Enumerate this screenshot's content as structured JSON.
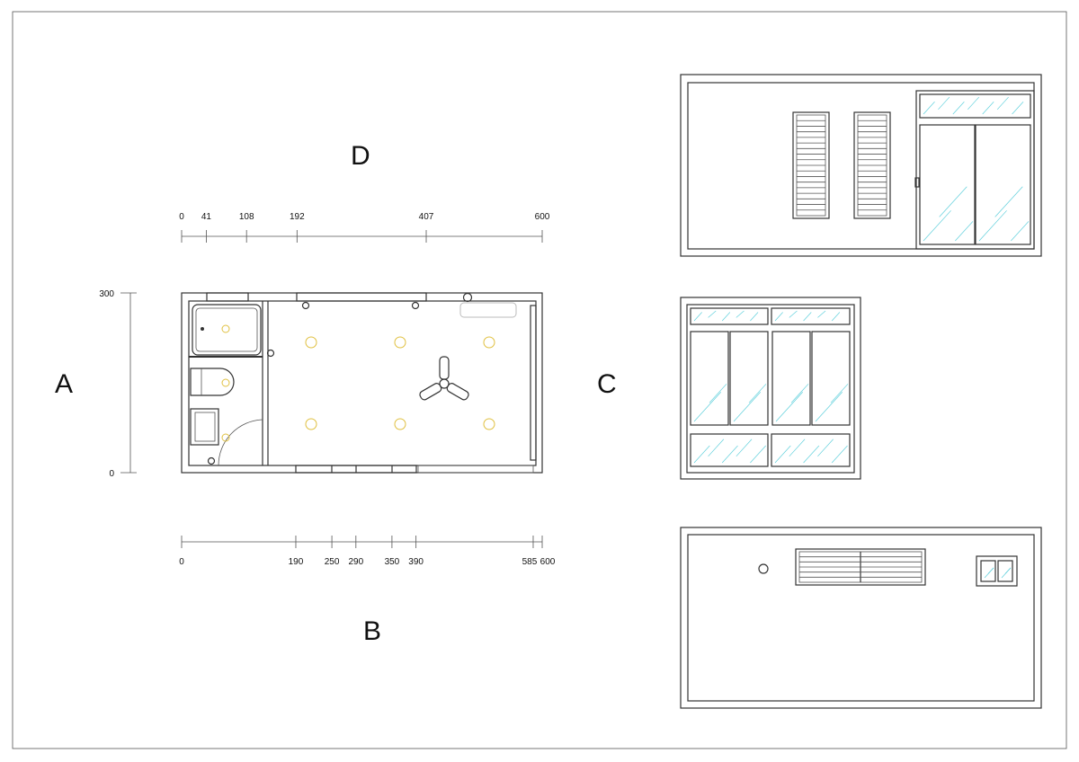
{
  "labels": {
    "top": "D",
    "left": "A",
    "bottom": "B",
    "right": "C"
  },
  "dimensions": {
    "top": [
      "0",
      "41",
      "108",
      "192",
      "407",
      "600"
    ],
    "bottom": [
      "0",
      "190",
      "250",
      "290",
      "350",
      "390",
      "585",
      "600"
    ],
    "vertical": [
      "300",
      "0"
    ]
  },
  "dimension_values": {
    "top": [
      0,
      41,
      108,
      192,
      407,
      600
    ],
    "bottom": [
      0,
      190,
      250,
      290,
      350,
      390,
      585,
      600
    ],
    "vertical": [
      300,
      0
    ]
  },
  "colors": {
    "lines": "#333333",
    "lights": "#e0c040",
    "glass": "#5fd0dc"
  }
}
